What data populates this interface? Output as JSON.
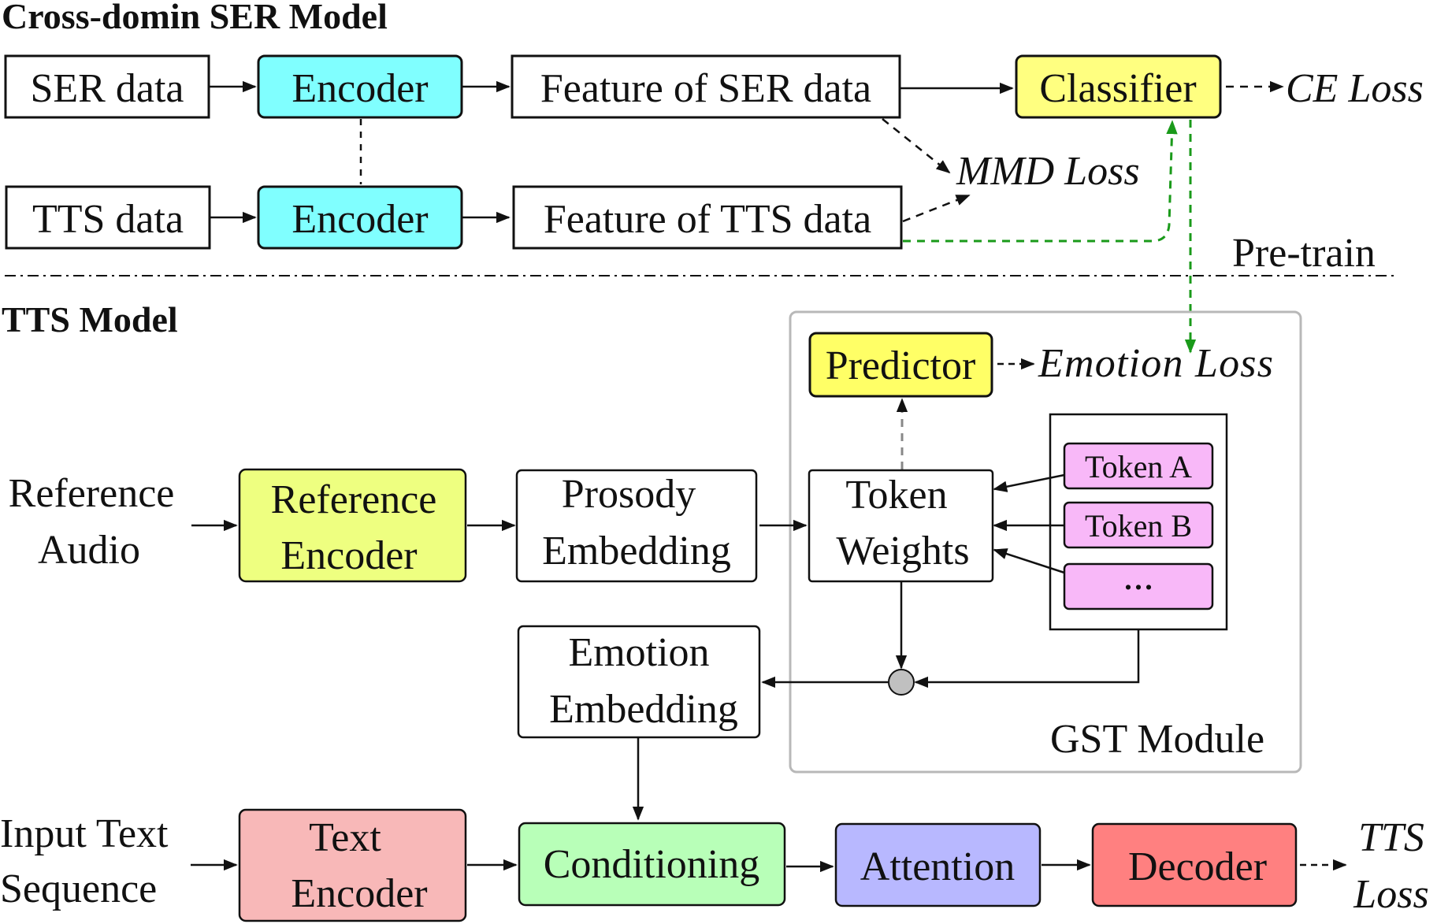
{
  "sections": {
    "ser_title": "Cross-domin SER Model",
    "tts_title": "TTS Model",
    "pretrain_label": "Pre-train",
    "gst_label": "GST Module"
  },
  "ser": {
    "ser_data": "SER data",
    "tts_data": "TTS data",
    "encoder_top": "Encoder",
    "encoder_bottom": "Encoder",
    "feature_ser": "Feature of SER data",
    "feature_tts": "Feature of TTS data",
    "classifier": "Classifier",
    "ce_loss": "CE Loss",
    "mmd_loss": "MMD Loss"
  },
  "tts": {
    "reference_audio": [
      "Reference",
      "Audio"
    ],
    "reference_encoder": [
      "Reference",
      "Encoder"
    ],
    "prosody_embedding": [
      "Prosody",
      "Embedding"
    ],
    "token_weights": [
      "Token",
      "Weights"
    ],
    "predictor": "Predictor",
    "emotion_loss": "Emotion Loss",
    "token_a": "Token A",
    "token_b": "Token B",
    "token_more": "...",
    "emotion_embedding": [
      "Emotion",
      "Embedding"
    ],
    "input_text": [
      "Input Text",
      "Sequence"
    ],
    "text_encoder": [
      "Text",
      "Encoder"
    ],
    "conditioning": "Conditioning",
    "attention": "Attention",
    "decoder": "Decoder",
    "tts_loss": [
      "TTS",
      "Loss"
    ]
  },
  "colors": {
    "encoder": "#80FFFF",
    "classifier": "#FFFF80",
    "predictor": "#FFFF66",
    "reference_encoder": "#EEFF80",
    "token": "#F8B8F8",
    "text_encoder": "#F8B8B8",
    "conditioning": "#B8FFB8",
    "attention": "#B8B8FF",
    "decoder": "#FF8080",
    "green_arrow": "#1A9A1A"
  }
}
